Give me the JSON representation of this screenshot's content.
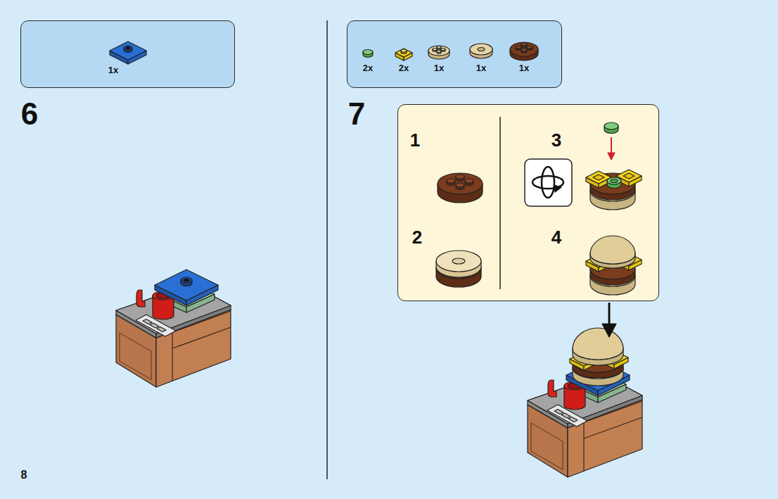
{
  "diagram": {
    "nodes": [
      {
        "text": [
          "1x"
        ]
      },
      {
        "text": [
          "2x",
          "2x",
          "1x",
          "1x",
          "1x"
        ]
      },
      {
        "text": [
          "1",
          "2",
          "3",
          "4"
        ]
      }
    ],
    "labels": [
      "6",
      "7",
      "8"
    ]
  }
}
